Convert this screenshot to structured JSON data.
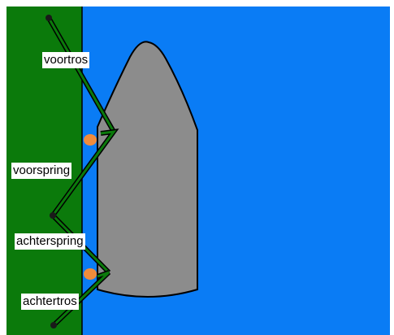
{
  "diagram": {
    "colors": {
      "quay": "#0b7a0b",
      "water": "#0a7cf5",
      "hull": "#8c8c8c",
      "hull_outline": "#000000",
      "fender": "#f08c3c",
      "line_outline": "#000000",
      "line_fill": "#0b7a0b",
      "bollard": "#1a1a1a",
      "label_background": "#ffffff"
    },
    "labels": {
      "bow_line": "voortros",
      "forward_spring": "voorspring",
      "aft_spring": "achterspring",
      "stern_line": "achtertros"
    }
  }
}
